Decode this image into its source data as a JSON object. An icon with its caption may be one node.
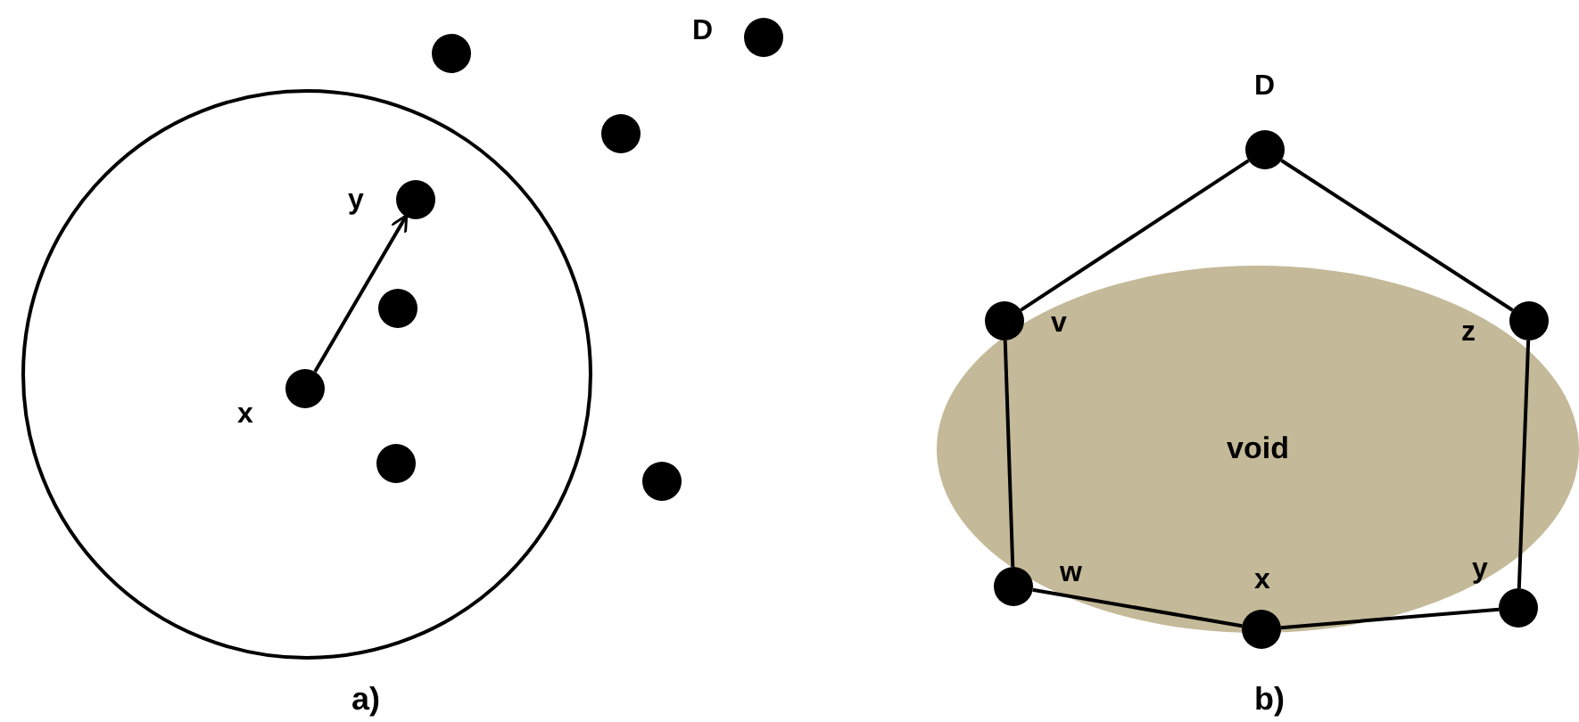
{
  "diagram": {
    "nodes": [
      {
        "text": [],
        "shape": "circle"
      },
      {
        "text": [],
        "shape": "circle"
      },
      {
        "text": [],
        "shape": "circle",
        "beside": [
          "D"
        ]
      },
      {
        "text": [],
        "shape": "circle"
      },
      {
        "text": [],
        "shape": "circle",
        "beside": [
          "y"
        ],
        "in": 0
      },
      {
        "text": [],
        "shape": "circle",
        "in": 0
      },
      {
        "text": [],
        "shape": "circle",
        "beside": [
          "x"
        ],
        "in": 0
      },
      {
        "text": [],
        "shape": "circle",
        "in": 0
      },
      {
        "text": [],
        "shape": "circle"
      },
      {
        "text": [],
        "shape": "circle",
        "beside": [
          "D"
        ]
      },
      {
        "text": [],
        "shape": "circle",
        "beside": [
          "v"
        ]
      },
      {
        "text": [],
        "shape": "circle",
        "beside": [
          "z"
        ]
      },
      {
        "text": [],
        "shape": "circle",
        "beside": [
          "w"
        ]
      },
      {
        "text": [],
        "shape": "circle",
        "beside": [
          "x"
        ]
      },
      {
        "text": [],
        "shape": "circle",
        "beside": [
          "y"
        ]
      }
    ],
    "edges": [
      {
        "from": 6,
        "to": 4,
        "arrow": "to"
      },
      {
        "from": 9,
        "to": 10,
        "arrow": "none"
      },
      {
        "from": 9,
        "to": 11,
        "arrow": "none"
      },
      {
        "from": 10,
        "to": 12,
        "arrow": "none"
      },
      {
        "from": 11,
        "to": 14,
        "arrow": "none"
      },
      {
        "from": 12,
        "to": 13,
        "arrow": "none"
      },
      {
        "from": 13,
        "to": 14,
        "arrow": "none"
      }
    ],
    "labels": [
      "void",
      "a)",
      "b)"
    ]
  }
}
